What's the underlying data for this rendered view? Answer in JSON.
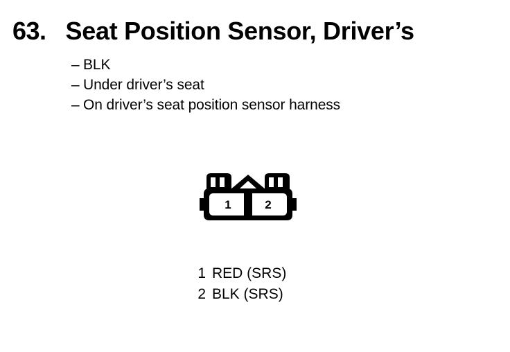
{
  "page": {
    "background_color": "#ffffff",
    "ink_color": "#000000"
  },
  "heading": {
    "number": "63.",
    "title": "Seat Position Sensor, Driver’s"
  },
  "bullets": {
    "dash": "–",
    "items": [
      {
        "text": "BLK"
      },
      {
        "text": "Under driver’s seat"
      },
      {
        "text": "On driver’s seat position sensor harness"
      }
    ]
  },
  "connector": {
    "name": "2-pin-connector-diagram",
    "cavity_labels": [
      "1",
      "2"
    ],
    "cavity_count": 2
  },
  "legend": {
    "rows": [
      {
        "pin": "1",
        "wire": "RED (SRS)"
      },
      {
        "pin": "2",
        "wire": "BLK (SRS)"
      }
    ]
  }
}
